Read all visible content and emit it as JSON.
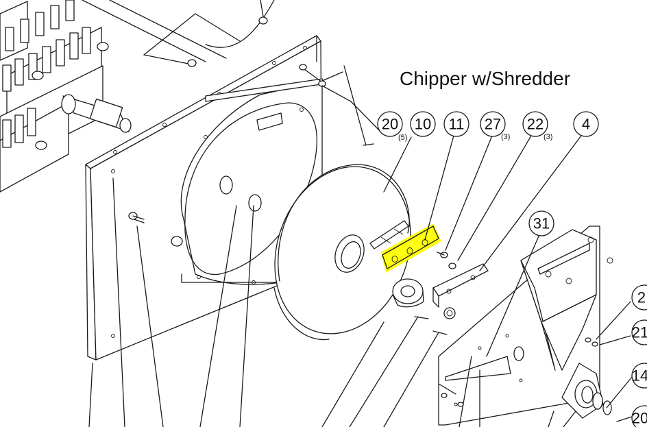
{
  "title": "Chipper w/Shredder",
  "highlight_color": "#ffff00",
  "callouts": [
    {
      "number": "20",
      "qty": "(5)"
    },
    {
      "number": "10",
      "qty": ""
    },
    {
      "number": "11",
      "qty": ""
    },
    {
      "number": "27",
      "qty": "(3)"
    },
    {
      "number": "22",
      "qty": "(3)"
    },
    {
      "number": "4",
      "qty": ""
    },
    {
      "number": "31",
      "qty": ""
    },
    {
      "number": "2",
      "qty": ""
    },
    {
      "number": "21",
      "qty": ""
    },
    {
      "number": "14",
      "qty": ""
    },
    {
      "number": "20",
      "qty": ""
    }
  ]
}
